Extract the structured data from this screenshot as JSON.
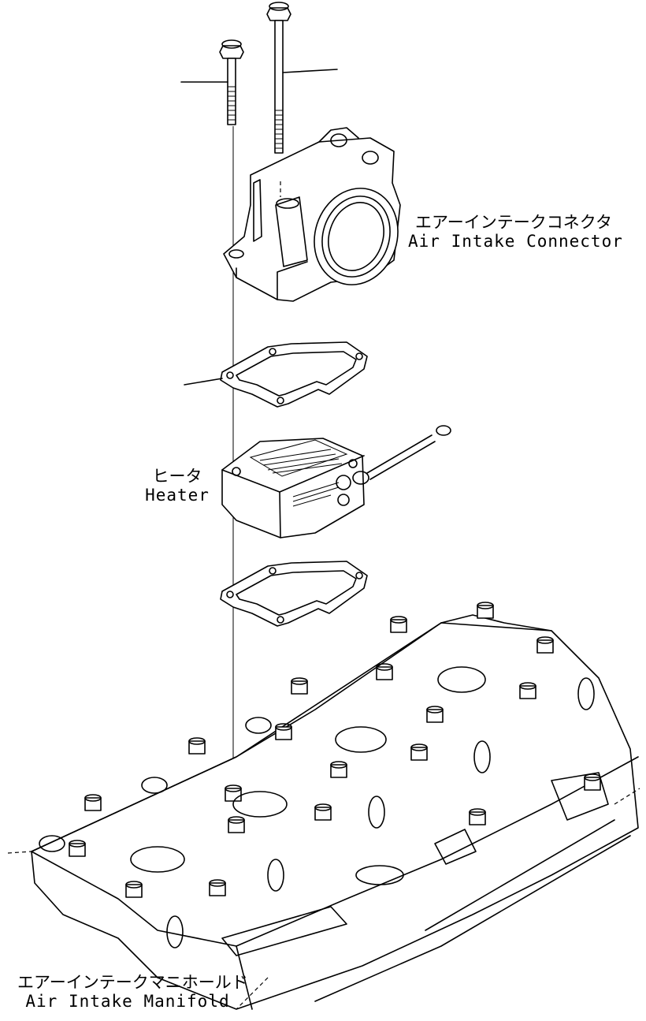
{
  "labels": {
    "connector": {
      "jp": "エアーインテークコネクタ",
      "en": "Air Intake Connector"
    },
    "heater": {
      "jp": "ヒータ",
      "en": "Heater"
    },
    "manifold": {
      "jp": "エアーインテークマニホールド",
      "en": "Air Intake Manifold"
    }
  },
  "parts": [
    "bolt-short",
    "bolt-long",
    "air-intake-connector",
    "gasket-upper",
    "heater",
    "gasket-lower",
    "air-intake-manifold"
  ],
  "colors": {
    "line": "#000000",
    "background": "#ffffff"
  }
}
